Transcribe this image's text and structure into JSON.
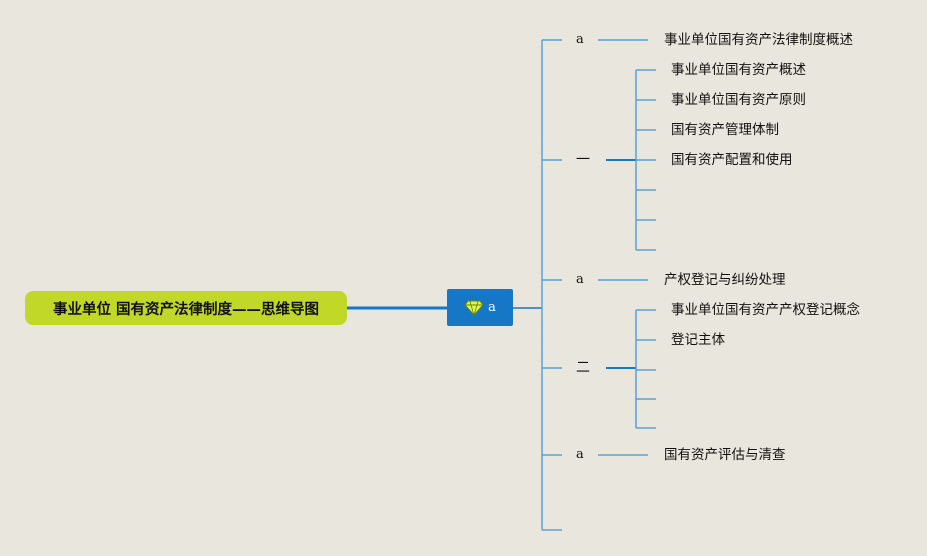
{
  "root": {
    "label": "事业单位 国有资产法律制度——思维导图"
  },
  "hub": {
    "label": "a",
    "icon": "diamond-icon",
    "color": "#1677c6"
  },
  "branches": [
    {
      "label": "a",
      "children": [
        {
          "label": "事业单位国有资产法律制度概述"
        }
      ]
    },
    {
      "label": "一",
      "children": [
        {
          "label": "事业单位国有资产概述"
        },
        {
          "label": "事业单位国有资产原则"
        },
        {
          "label": "国有资产管理体制"
        },
        {
          "label": "国有资产配置和使用"
        },
        {
          "label": ""
        },
        {
          "label": ""
        },
        {
          "label": ""
        }
      ]
    },
    {
      "label": "a",
      "children": [
        {
          "label": "产权登记与纠纷处理"
        }
      ]
    },
    {
      "label": "二",
      "children": [
        {
          "label": "事业单位国有资产产权登记概念"
        },
        {
          "label": "登记主体"
        },
        {
          "label": ""
        },
        {
          "label": ""
        },
        {
          "label": ""
        }
      ]
    },
    {
      "label": "a",
      "children": [
        {
          "label": "国有资产评估与清查"
        }
      ]
    },
    {
      "label": "",
      "children": []
    }
  ],
  "colors": {
    "background": "#e9e6dd",
    "root_fill": "#c2d828",
    "connector_dark": "#1677c6",
    "connector_light": "#5aa0d8"
  }
}
